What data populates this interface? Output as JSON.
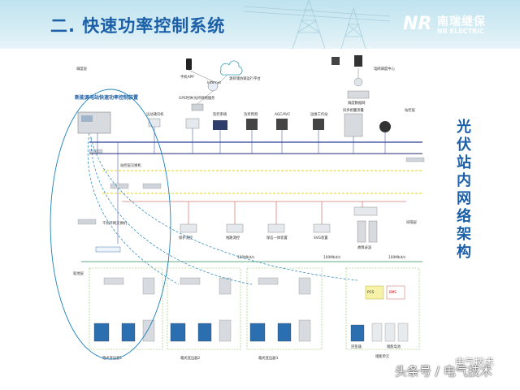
{
  "slide": {
    "title": "二. 快速功率控制系统",
    "side_title": "光伏站内网络架构",
    "brand_mark": "NR",
    "brand_cn": "南瑞继保",
    "brand_en": "NR ELECTRIC",
    "watermark": "头条号 / 电气技术",
    "watermark_top": "电气技术"
  },
  "layers": {
    "dispatch": "调度层",
    "station": "站控层",
    "bay": "间隔层",
    "process": "就地层"
  },
  "labels": {
    "controller": "新能源电站快速功率控制装置",
    "phone": "手机APP",
    "internet": "Internet",
    "cloud": "源荷储协调运行平台",
    "gw": "GPS时钟/光纤网络服务",
    "remote": "远动通讯机",
    "monitor": "监控系统",
    "power_pred": "功率预测",
    "agc": "AGC/AVC",
    "ops": "运维工作站",
    "grid": "电网调度中心",
    "server": "调度数据网",
    "sync_dev": "同步相量测量",
    "substation_sw": "站控层交换机",
    "fast_sw": "千兆环网交换机",
    "prot": "保护测控",
    "line": "线路测控",
    "meas": "保信一体装置",
    "svg": "SVG装置",
    "dc": "故障录波",
    "ring1": "100Mbit/s",
    "ring2": "100Mbit/s",
    "ring3": "100Mbit/s",
    "unit1": "箱式变压器1",
    "unit2": "箱式变压器2",
    "unit3": "箱式变压器3",
    "unit4": "储能单元",
    "inv": "逆变器",
    "pcs": "PCS",
    "ess": "储能电池",
    "bms": "BMS"
  },
  "colors": {
    "title_blue": "#1b5fa8",
    "header_bg": "#bfe3ef",
    "bus_blue": "#2a3f9c",
    "bus_dark": "#1f2a70",
    "bus_yellow": "#e5d21a",
    "ring_green": "#2e8b57",
    "drop_red": "#c0392b",
    "ellipse": "#1b7fb8"
  }
}
